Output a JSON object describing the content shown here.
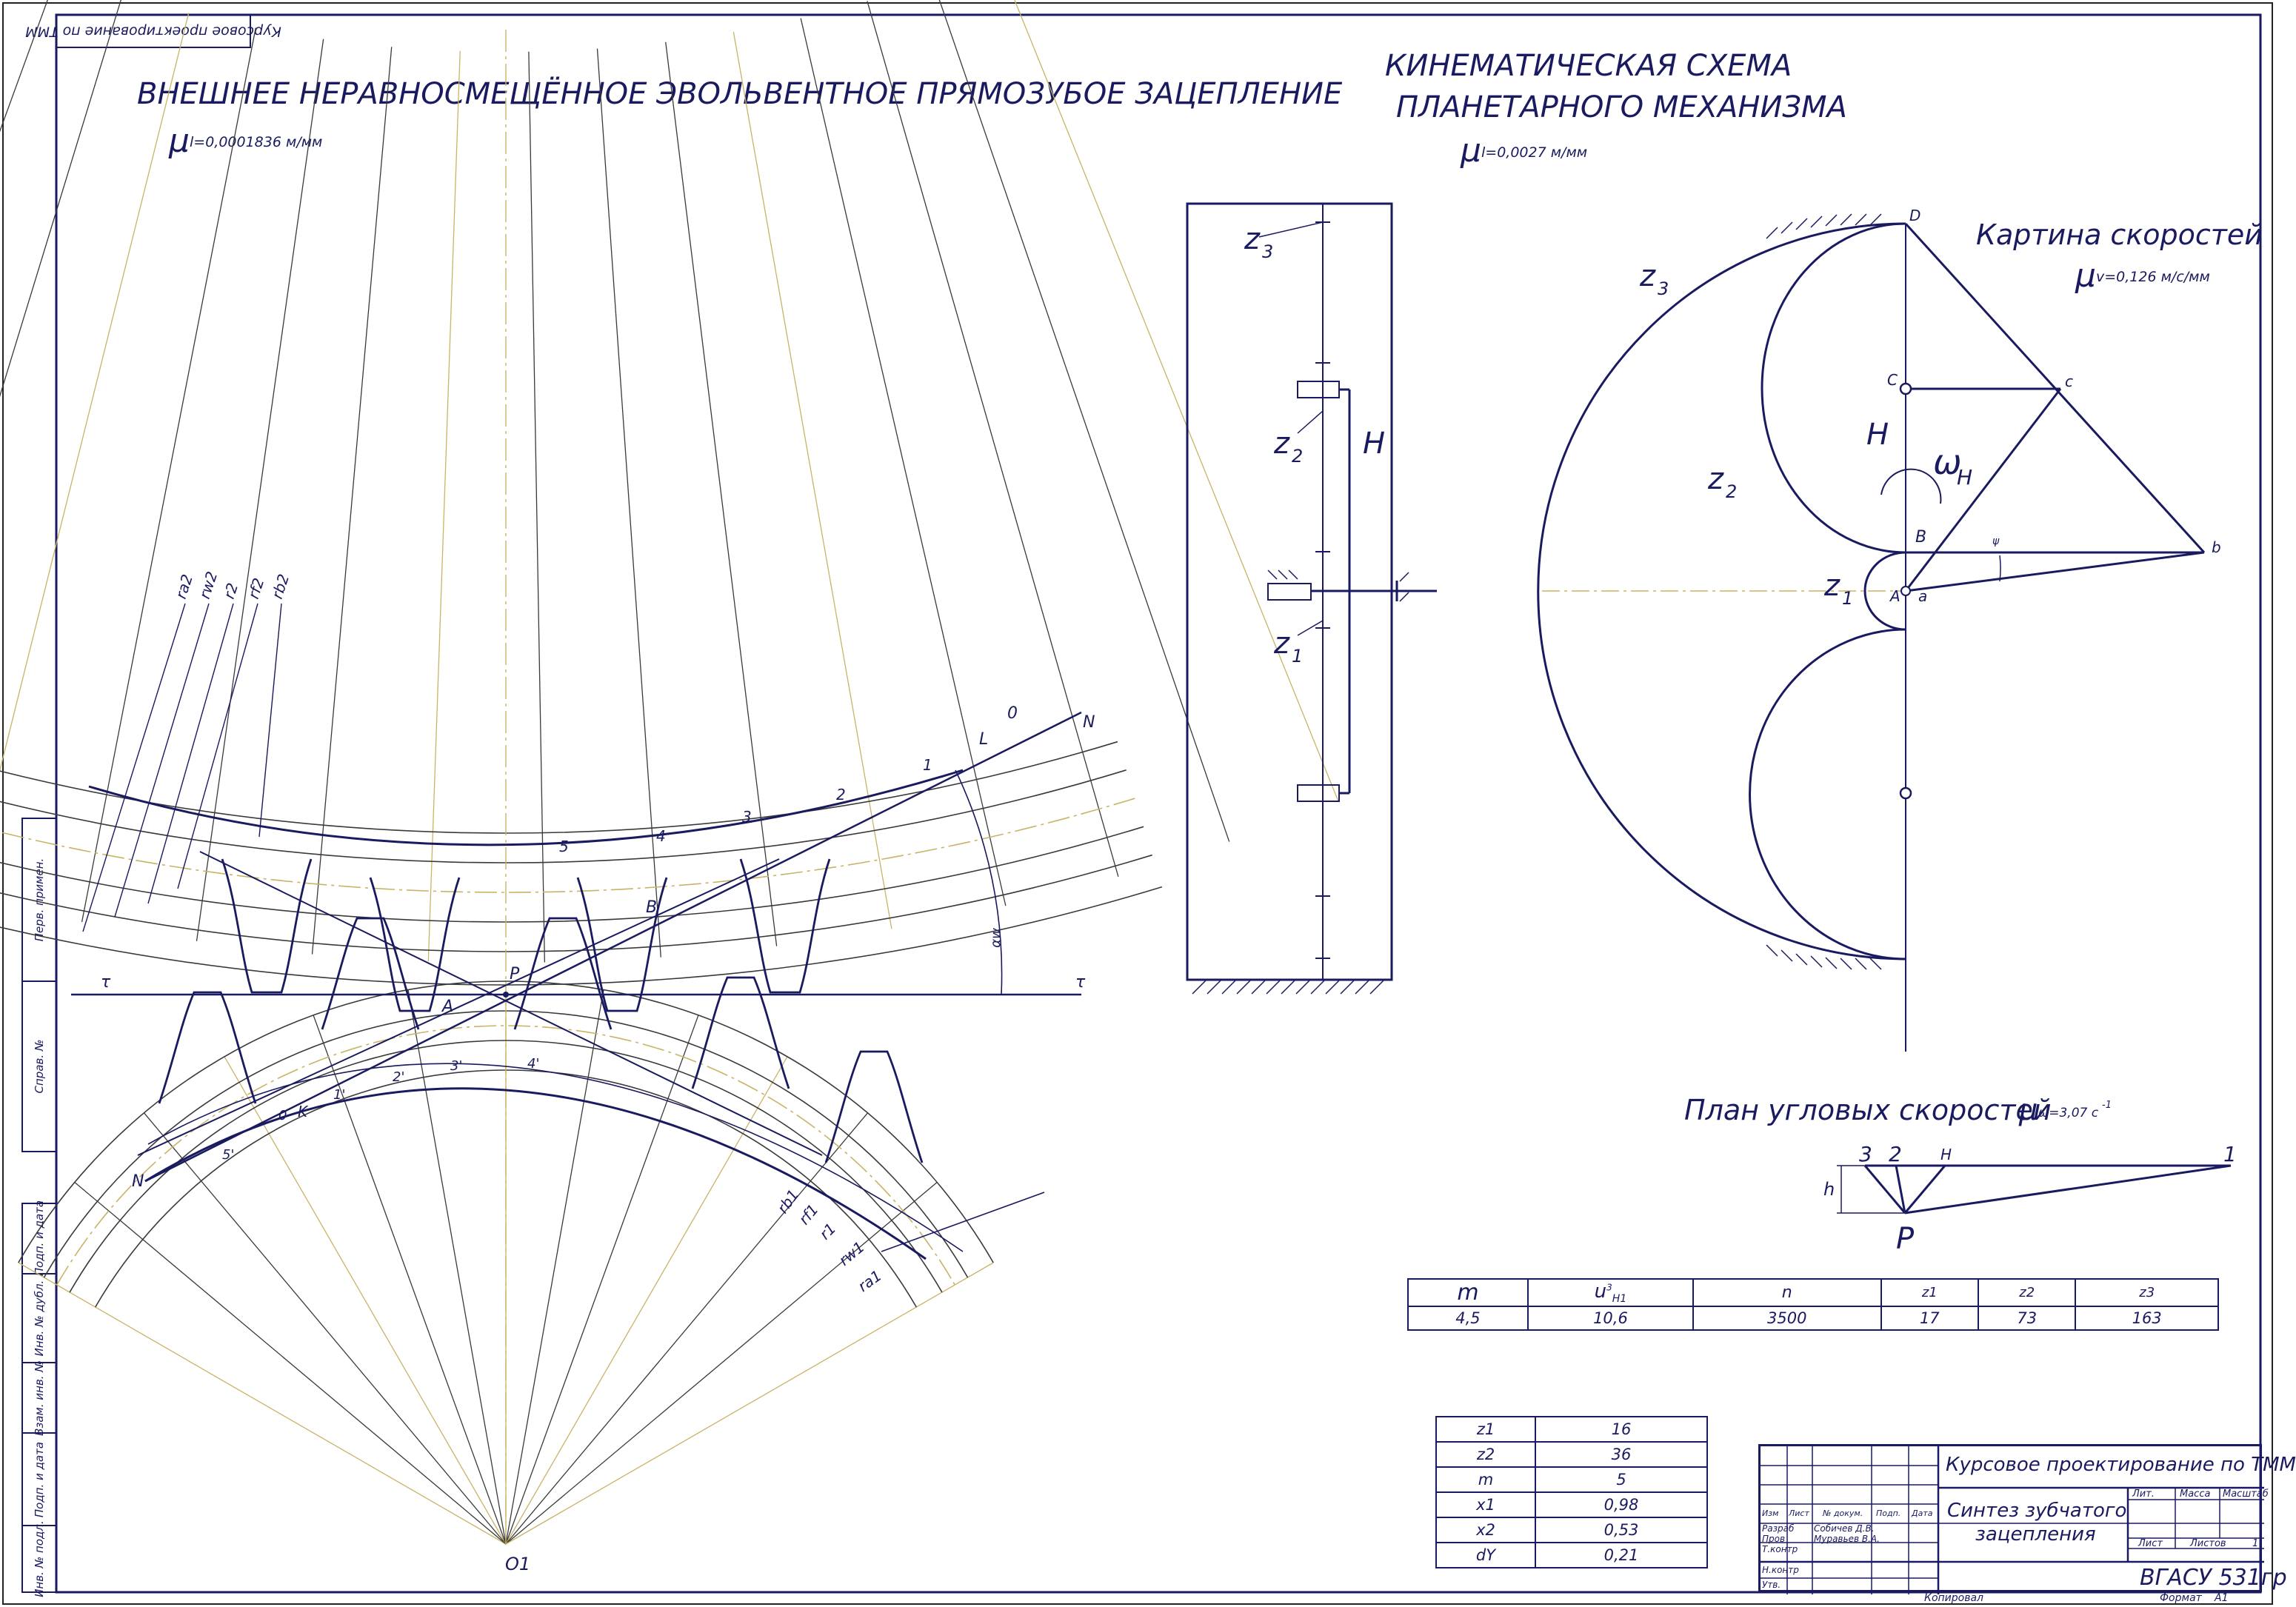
{
  "stamp_rotated": "Курсовое проектирование по ТММ",
  "left_panel": {
    "title": "ВНЕШНЕЕ НЕРАВНОСМЕЩЁННОЕ ЭВОЛЬВЕНТНОЕ ПРЯМОЗУБОЕ ЗАЦЕПЛЕНИЕ",
    "scale_mu": "μ",
    "scale_sub": "l=0,0001836 м/мм",
    "upper_radii_labels": [
      "ra2",
      "rw2",
      "r2",
      "rf2",
      "rb2"
    ],
    "lower_radii_labels": [
      "rb1",
      "rf1",
      "r1",
      "rw1",
      "ra1"
    ],
    "upper_points": [
      "5",
      "4",
      "3",
      "2",
      "1",
      "L",
      "0"
    ],
    "lower_points": [
      "5'",
      "0",
      "K",
      "1'",
      "2'",
      "3'",
      "4'"
    ],
    "line_labels": {
      "N_top": "N",
      "N_bottom": "N",
      "tau_left": "τ",
      "tau_right": "τ"
    },
    "pole": "P",
    "point_A": "A",
    "point_B": "B",
    "center": "O1",
    "arc_label": "αw"
  },
  "kinematic": {
    "title_line1": "КИНЕМАТИЧЕСКАЯ СХЕМА",
    "title_line2": "ПЛАНЕТАРНОГО МЕХАНИЗМА",
    "scale_mu": "μ",
    "scale_sub": "l=0,0027 м/мм",
    "z3": "z",
    "z3_sub": "3",
    "z2": "z",
    "z2_sub": "2",
    "z1": "z",
    "z1_sub": "1",
    "carrier": "H"
  },
  "velocity": {
    "title": "Картина скоростей",
    "scale_mu": "μ",
    "scale_sub": "v=0,126 м/с/мм",
    "points": {
      "D": "D",
      "C": "C",
      "c": "c",
      "B": "B",
      "b": "b",
      "A": "A",
      "a": "a"
    },
    "z3": "z",
    "z3_sub": "3",
    "z2": "z",
    "z2_sub": "2",
    "z1": "z",
    "z1_sub": "1",
    "H": "H",
    "omega": "ω",
    "omega_sub": "H",
    "psi": "ψ"
  },
  "angular": {
    "title": "План угловых скоростей",
    "scale_mu": "μ",
    "scale_sub": "ω=3,07 с",
    "scale_sup": "-1",
    "labels": [
      "3",
      "2",
      "H",
      "1"
    ],
    "h": "h",
    "p": "P"
  },
  "kin_table": {
    "headers": [
      "m",
      "u",
      "n",
      "z1",
      "z2",
      "z3"
    ],
    "header_u_sup": "3",
    "header_u_sub": "H1",
    "values": [
      "4,5",
      "10,6",
      "3500",
      "17",
      "73",
      "163"
    ]
  },
  "params_table": {
    "rows": [
      {
        "k": "z1",
        "v": "16"
      },
      {
        "k": "z2",
        "v": "36"
      },
      {
        "k": "m",
        "v": "5"
      },
      {
        "k": "x1",
        "v": "0,98"
      },
      {
        "k": "x2",
        "v": "0,53"
      },
      {
        "k": "dY",
        "v": "0,21"
      }
    ]
  },
  "title_block": {
    "course": "Курсовое проектирование по ТММ",
    "work_line1": "Синтез зубчатого",
    "work_line2": "зацепления",
    "group": "ВГАСУ 531гр",
    "col_heads": [
      "Изм",
      "Лист",
      "№ докум.",
      "Подп.",
      "Дата"
    ],
    "roles": [
      "Разраб",
      "Пров",
      "Т.контр",
      "Н.контр",
      "Утв."
    ],
    "names": [
      "Собичев Д.В.",
      "Муравьев В.А."
    ],
    "lit": "Лит.",
    "mass": "Масса",
    "scale": "Масштаб",
    "sheet": "Лист",
    "sheets": "Листов",
    "sheets_value": "1",
    "copied": "Копировал",
    "format": "Формат",
    "format_value": "А1"
  },
  "side_strip": [
    "Перв. примен.",
    "Справ. №",
    "Подп. и дата",
    "Инв. № дубл.",
    "Взам. инв. №",
    "Подп. и дата",
    "Инв. № подл."
  ],
  "colors": {
    "ink": "#1a1a60",
    "construction": "#c8b466",
    "thin": "#3a3a3a"
  }
}
